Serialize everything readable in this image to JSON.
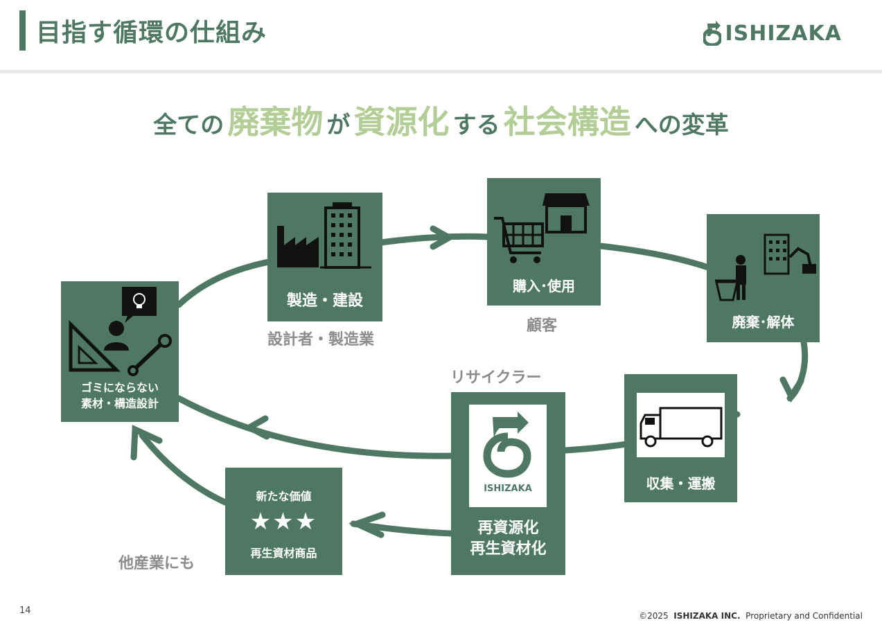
{
  "header": {
    "title": "目指す循環の仕組み",
    "brand": "ISHIZAKA"
  },
  "headline": {
    "p1": "全ての",
    "p2": "廃棄物",
    "p3": "が",
    "p4": "資源化",
    "p5": "する",
    "p6": "社会構造",
    "p7": "への変革"
  },
  "nodes": {
    "design": {
      "line1": "ゴミにならない",
      "line2": "素材・構造設計"
    },
    "manufacture": {
      "label": "製造・建設"
    },
    "purchase": {
      "label": "購入･使用"
    },
    "disposal": {
      "label": "廃棄･解体"
    },
    "collect": {
      "label": "収集・運搬"
    },
    "recycle": {
      "logo_text": "ISHIZAKA",
      "line1": "再資源化",
      "line2": "再生資材化"
    },
    "value": {
      "title": "新たな価値",
      "stars": "★★★",
      "label": "再生資材商品"
    }
  },
  "captions": {
    "designer": "設計者・製造業",
    "customer": "顧客",
    "recycler": "リサイクラー",
    "other": "他産業にも"
  },
  "footer": {
    "page": "14",
    "copyright": "©2025",
    "company": "ISHIZAKA INC.",
    "notice": "Proprietary and Confidential"
  },
  "colors": {
    "primary": "#4e7863",
    "accent_light": "#b3cd96",
    "caption_gray": "#8c8c8c"
  }
}
